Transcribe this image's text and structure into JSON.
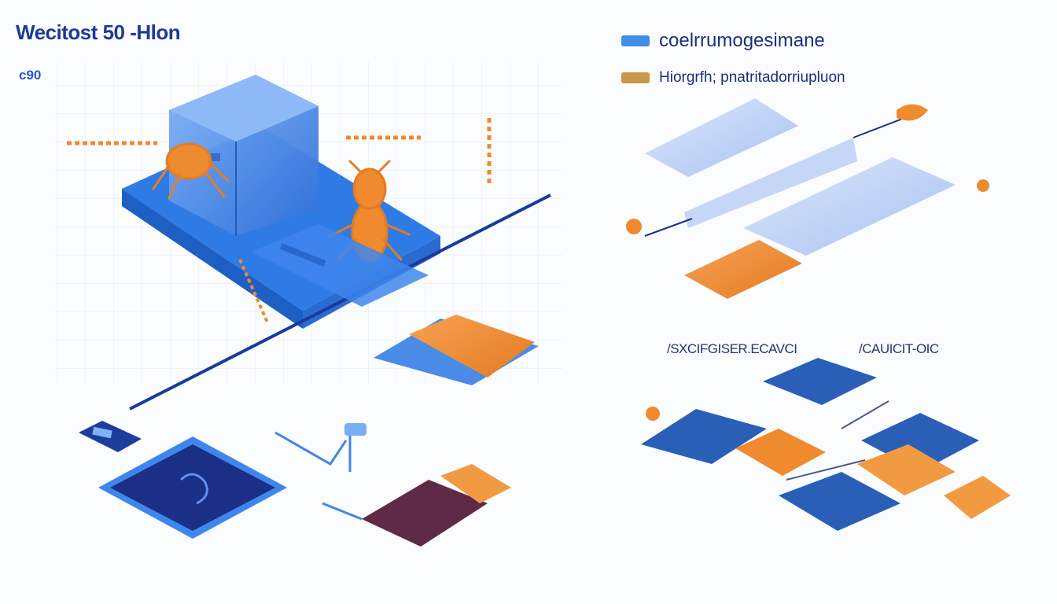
{
  "diagram": {
    "title": "Wecitost 50 -Hlon",
    "corner_label": "c90",
    "legend": [
      {
        "label": "coelrrumogesimane",
        "color": "#3f8fe6"
      },
      {
        "label": "Hiorgrfh; pnatritadorriupluon",
        "color": "#c8974a"
      }
    ],
    "sections": [
      {
        "label": "/SXCIFGISER.ECAVCI"
      },
      {
        "label": "/CAUICIT-OIC"
      }
    ],
    "colors": {
      "blue_light": "#9ec2f5",
      "blue": "#3f86e8",
      "blue_dark": "#2a5fb8",
      "navy": "#1a2f85",
      "orange": "#ef8a2f",
      "plum": "#5e2a48",
      "grid": "#e8edf4"
    },
    "icons": [
      "server-icon",
      "bug-icon",
      "chip-icon",
      "connector-icon"
    ]
  }
}
